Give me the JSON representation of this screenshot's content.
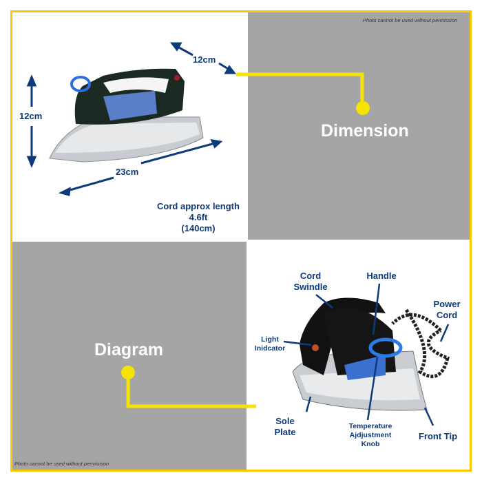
{
  "watermark_top": "Photo cannot be used without permission",
  "watermark_bottom": "Photo cannot be used without permission",
  "dimension": {
    "title": "Dimension",
    "depth": "12cm",
    "height": "12cm",
    "length": "23cm",
    "cord_line1": "Cord approx length",
    "cord_line2": "4.6ft",
    "cord_line3": "(140cm)"
  },
  "diagram": {
    "title": "Diagram",
    "labels": {
      "cord_swindle": [
        "Cord",
        "Swindle"
      ],
      "handle": "Handle",
      "power_cord": [
        "Power",
        "Cord"
      ],
      "light_indicator": [
        "Light",
        "Inidcator"
      ],
      "sole_plate": [
        "Sole",
        "Plate"
      ],
      "temperature_knob": [
        "Temperature",
        "Ajdjustment",
        "Knob"
      ],
      "front_tip": "Front Tip"
    }
  },
  "colors": {
    "border": "#fcc800",
    "connector": "#f5e400",
    "text": "#0d3a7a",
    "grey": "#a5a5a5"
  }
}
